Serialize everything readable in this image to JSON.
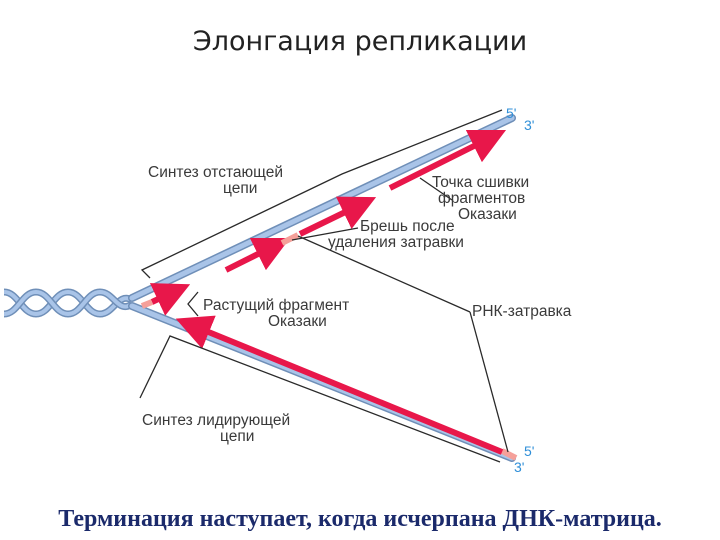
{
  "title": "Элонгация репликации",
  "labels": {
    "lagging_synthesis": [
      "Синтез отстающей",
      "цепи"
    ],
    "ligation_point": [
      "Точка сшивки",
      "фрагментов",
      "Оказаки"
    ],
    "gap": [
      "Брешь после",
      "удаления затравки"
    ],
    "growing_fragment": [
      "Растущий фрагмент",
      "Оказаки"
    ],
    "rna_primer": "РНК-затравка",
    "leading_synthesis": [
      "Синтез лидирующей",
      "цепи"
    ]
  },
  "strand_ends": {
    "top_five": "5'",
    "top_three": "3'",
    "bottom_five": "5'",
    "bottom_three": "3'"
  },
  "caption": "Терминация наступает, когда исчерпана ДНК-матрица.",
  "colors": {
    "strand": "#a9c4e8",
    "strand_edge": "#6f8fb8",
    "new_strand": "#e8174a",
    "primer": "#f5a09a",
    "leader": "#2a2a2a",
    "end_label": "#2f8fd8",
    "caption": "#1b2a6b"
  }
}
